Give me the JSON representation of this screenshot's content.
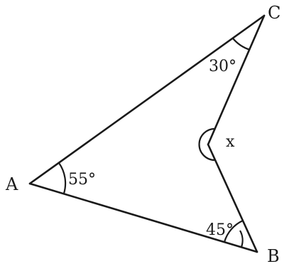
{
  "vertices": {
    "A": "A",
    "B": "B",
    "C": "C"
  },
  "angles": {
    "A": "55°",
    "B": "45°",
    "C": "30°",
    "reflex": "x"
  }
}
